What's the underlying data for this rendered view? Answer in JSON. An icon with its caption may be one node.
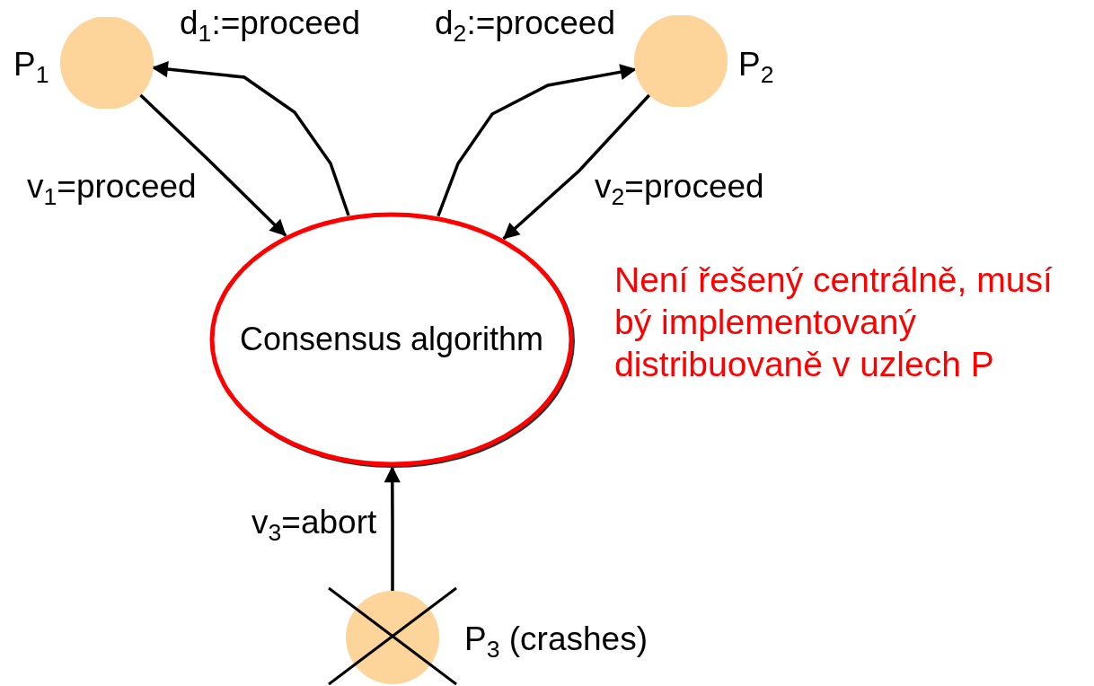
{
  "diagram": {
    "nodes": [
      {
        "text": [],
        "shape": "circle",
        "beside": [
          "P$_{1}$"
        ]
      },
      {
        "text": [],
        "shape": "circle",
        "beside": [
          "P$_{2}$"
        ]
      },
      {
        "text": [
          "Consensus algorithm"
        ]
      },
      {
        "text": [],
        "shape": "circle",
        "beside": [
          "P$_{3}$ (crashes)"
        ]
      }
    ],
    "edges": [
      {
        "from": 0,
        "to": 2,
        "arrow": "to",
        "label": "v$_{1}$=proceed"
      },
      {
        "from": 2,
        "to": 0,
        "arrow": "to",
        "label": "d$_{1}$:=proceed"
      },
      {
        "from": 2,
        "to": 1,
        "arrow": "to",
        "label": "d$_{2}$:=proceed"
      },
      {
        "from": 1,
        "to": 2,
        "arrow": "to",
        "label": "v$_{2}$=proceed"
      },
      {
        "from": 3,
        "to": 2,
        "arrow": "to",
        "label": "v$_{3}$=abort"
      }
    ],
    "labels": [
      "Není řešený centrálně, musí bý implementovaný distribuovaně v uzlech P"
    ]
  }
}
